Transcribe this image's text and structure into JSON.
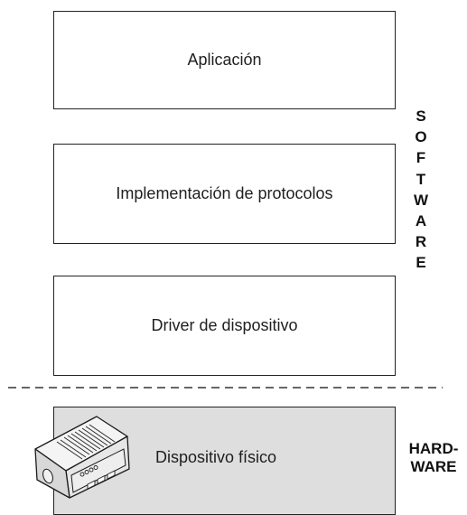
{
  "layers": {
    "application": "Aplicación",
    "protocols": "Implementación de protocolos",
    "driver": "Driver de dispositivo"
  },
  "software_letters": [
    "S",
    "O",
    "F",
    "T",
    "W",
    "A",
    "R",
    "E"
  ],
  "hardware": {
    "device_label": "Dispositivo físico",
    "side_label_line1": "HARD-",
    "side_label_line2": "WARE"
  },
  "colors": {
    "hardware_fill": "#dedede",
    "border": "#222222",
    "text": "#1f1f1f"
  },
  "icons": {
    "device": "modem-icon"
  }
}
